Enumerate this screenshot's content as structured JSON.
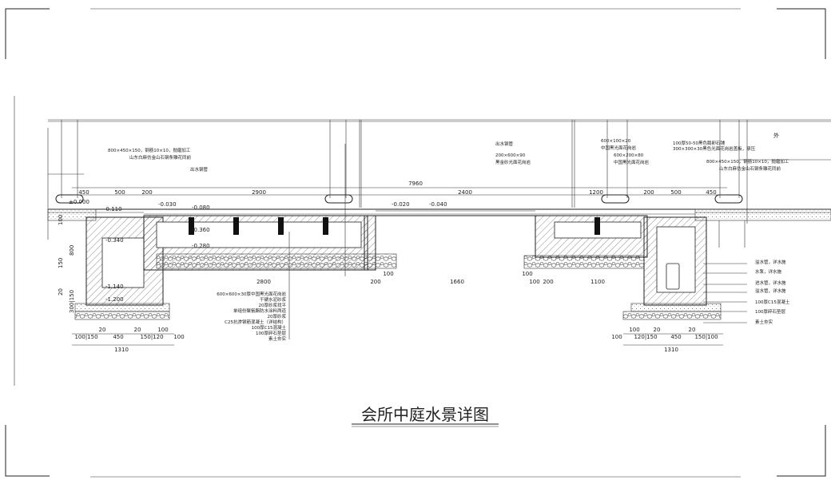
{
  "drawing_title": "会所中庭水景详图",
  "side_label": "外",
  "levels": {
    "ground": "±0.000",
    "l1": "-0.030",
    "l2": "-0.080",
    "l3": "-0.110",
    "l4": "-0.020",
    "l5": "-0.040",
    "l6": "-0.340",
    "l7": "-0.360",
    "l8": "-0.280",
    "l9": "-1.140",
    "l10": "-1.200"
  },
  "top_dims": {
    "total": "7960",
    "d450a": "450",
    "d500a": "500",
    "d200a": "200",
    "d2900": "2900",
    "d2400": "2400",
    "d1200": "1200",
    "d200b": "200",
    "d500b": "500",
    "d450b": "450"
  },
  "bottom_dims": {
    "d2800": "2800",
    "d200c": "200",
    "d100c": "100",
    "d1660": "1660",
    "d100d": "100",
    "d200d": "200",
    "d1100": "1100",
    "d100e": "100"
  },
  "left_footing": {
    "d20a": "20",
    "d20b": "20",
    "d100": "100",
    "d450": "450",
    "d150a": "100|150",
    "d150b": "150|120",
    "d100r": "100",
    "d1310": "1310"
  },
  "right_footing": {
    "d100l": "100",
    "d100": "100",
    "d20a": "20",
    "d20b": "20",
    "d150a": "120|150",
    "d450": "450",
    "d150b": "150|100",
    "d1310": "1310"
  },
  "vertical_dims": {
    "v100": "100",
    "v150": "150",
    "v800": "800",
    "v20": "20",
    "v300": "300|150"
  },
  "notes": {
    "left_top_1": "800×450×150，钢筋10×10，抛磨加工",
    "left_top_2": "山东白麻仿金山石钢条雕花同前",
    "left_pipe": "出水钢管",
    "mid_top_1": "出水钢管",
    "mid_top_2": "200×600×90",
    "mid_top_3": "黑金砂光面花岗岩",
    "right_top_1": "600×100×20",
    "right_top_2": "中国黑光面花岗岩",
    "right_top_3": "600×200×80",
    "right_top_4": "中国黑光面花岗岩",
    "right_top_5": "100厚50-50黑色鹅卵石铺",
    "right_top_6": "300×300×30黑色光面花岗岩盖板，承压",
    "right_top_7": "800×450×150，钢筋10×10，抛磨加工",
    "right_top_8": "山东白麻仿金山石钢条雕花同前"
  },
  "layer_notes": [
    "600×600×30厚中国黑光面花岗岩",
    "干硬水泥砂浆",
    "20厚砂浆找平",
    "单组份聚氨酯防水涂料两道",
    "20厚砂浆",
    "C25抗渗钢筋混凝土（详结构）",
    "100厚C15混凝土",
    "100厚碎石垫层",
    "素土夯实"
  ],
  "right_layer_notes": [
    "溢水管，详水施",
    "水泵，详水施",
    "进水管，详水施",
    "溢水管，详水施",
    "100厚C15混凝土",
    "100厚碎石垫层",
    "素土夯实"
  ]
}
